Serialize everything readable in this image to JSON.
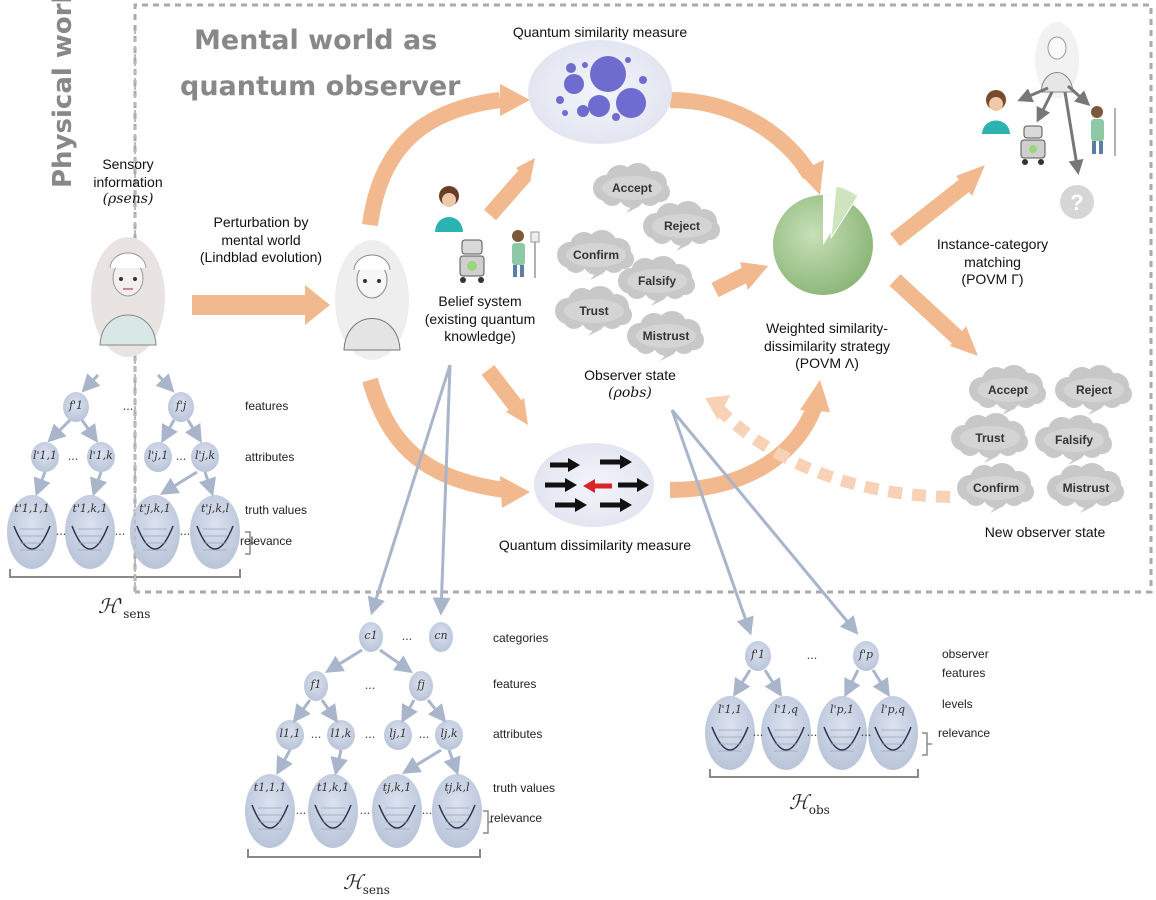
{
  "titles": {
    "physical_world": "Physical world",
    "mental_world_line1": "Mental world as",
    "mental_world_line2": "quantum observer"
  },
  "labels": {
    "sensory_info_1": "Sensory",
    "sensory_info_2": "information",
    "sensory_info_3": "(ρsens)",
    "perturbation_1": "Perturbation by",
    "perturbation_2": "mental world",
    "perturbation_3": "(Lindblad evolution)",
    "belief_1": "Belief system",
    "belief_2": "(existing quantum",
    "belief_3": "knowledge)",
    "quantum_similarity": "Quantum similarity measure",
    "quantum_dissimilarity": "Quantum dissimilarity measure",
    "observer_state_1": "Observer state",
    "observer_state_2": "(ρobs)",
    "weighted_1": "Weighted similarity-",
    "weighted_2": "dissimilarity strategy",
    "weighted_3": "(POVM Λ)",
    "instance_1": "Instance-category",
    "instance_2": "matching",
    "instance_3": "(POVM Γ)",
    "new_observer_state": "New observer state"
  },
  "clouds_left": [
    "Accept",
    "Reject",
    "Confirm",
    "Falsify",
    "Trust",
    "Mistrust"
  ],
  "clouds_right": [
    "Accept",
    "Reject",
    "Trust",
    "Falsify",
    "Confirm",
    "Mistrust"
  ],
  "tree_sens_prime": {
    "rows": [
      "features",
      "attributes",
      "truth values",
      "relevance"
    ],
    "features": [
      "f'1",
      "f'j"
    ],
    "attributes": [
      "l'1,1",
      "l'1,k",
      "l'j,1",
      "l'j,k"
    ],
    "truth": [
      "t'1,1,1",
      "t'1,k,1",
      "t'j,k,1",
      "t'j,k,l"
    ],
    "space": "H'sens"
  },
  "tree_sens": {
    "rows": [
      "categories",
      "features",
      "attributes",
      "truth values",
      "relevance"
    ],
    "categories": [
      "c1",
      "cn"
    ],
    "features": [
      "f1",
      "fj"
    ],
    "attributes": [
      "l1,1",
      "l1,k",
      "lj,1",
      "lj,k"
    ],
    "truth": [
      "t1,1,1",
      "t1,k,1",
      "tj,k,1",
      "tj,k,l"
    ],
    "space": "Hsens"
  },
  "tree_obs": {
    "rows": [
      "observer",
      "features",
      "levels",
      "relevance"
    ],
    "features": [
      "f'1",
      "f'p"
    ],
    "levels": [
      "l'1,1",
      "l'1,q",
      "l'p,1",
      "l'p,q"
    ],
    "space": "Hobs"
  },
  "ellipsis": "...",
  "colors": {
    "arrow": "#f2b88e",
    "node": "#c7d0e2",
    "tree_line": "#a9b5ca",
    "dash": "#aaaaaa",
    "pie": "#9dc48c",
    "bubbles": "#6f6cd0",
    "cloud": "#c9c9c9"
  }
}
